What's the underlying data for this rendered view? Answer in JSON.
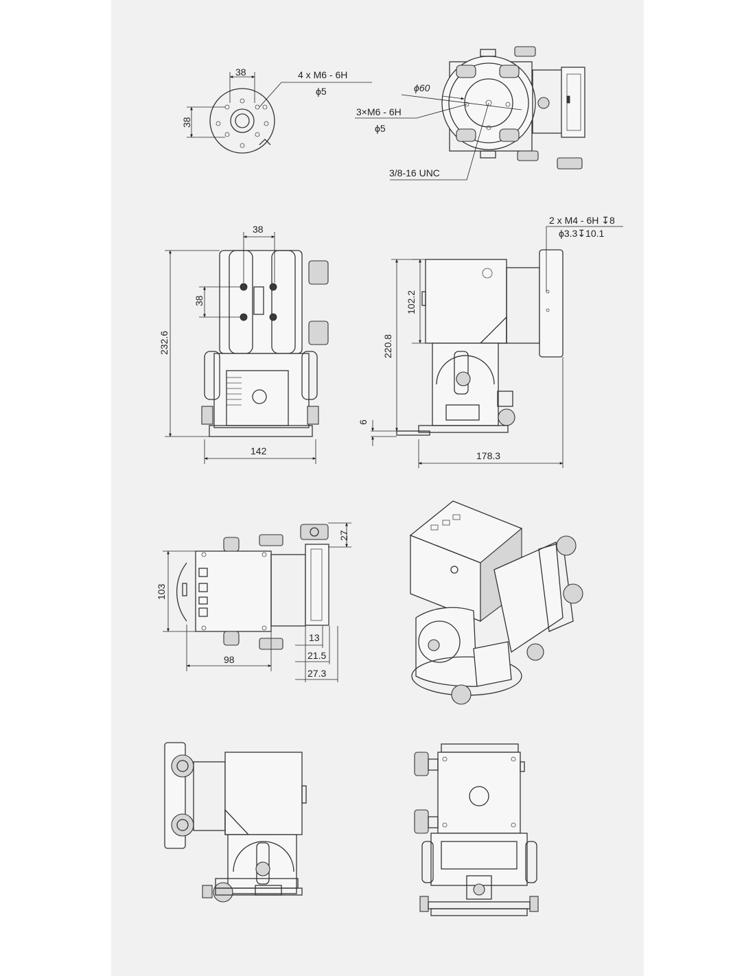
{
  "dimensions": {
    "top_flange": {
      "width": "38",
      "height": "38",
      "thread_callout": "4 x M6 - 6H",
      "hole_callout": "ϕ5"
    },
    "top_view": {
      "diameter": "ϕ60",
      "thread_callout": "3×M6 - 6H",
      "hole_callout": "ϕ5",
      "center_thread": "3/8-16 UNC"
    },
    "front_view": {
      "width_top": "38",
      "spacing": "38",
      "height": "232.6",
      "base_width": "142"
    },
    "side_view": {
      "side_thread": "2 x M4 - 6H",
      "side_thread_depth": "8",
      "side_hole": "ϕ3.3",
      "side_hole_depth": "10.1",
      "box_height": "102.2",
      "height": "220.8",
      "base_offset": "6",
      "depth": "178.3"
    },
    "rear_view": {
      "knob_offset": "27",
      "height": "103",
      "width": "98",
      "offset_1": "13",
      "offset_2": "21.5",
      "offset_3": "27.3"
    }
  },
  "colors": {
    "sheet": "#f1f1f1",
    "line": "#333333"
  }
}
